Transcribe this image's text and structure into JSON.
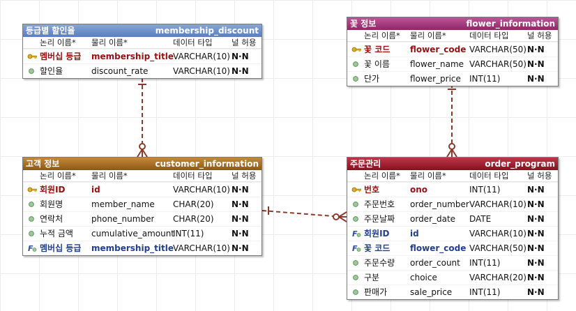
{
  "column_headers": {
    "logical": "논리 이름*",
    "physical": "물리 이름*",
    "type": "데이터 타입",
    "null": "널 허용"
  },
  "entities": {
    "membership_discount": {
      "title_kr": "등급별 할인율",
      "title_en": "membership_discount",
      "header_color": "#6d8fc7",
      "rows": [
        {
          "key": "pk",
          "logical": "멤버십 등급",
          "physical": "membership_title",
          "type": "VARCHAR(10)",
          "nn": "N·N"
        },
        {
          "key": "",
          "logical": "할인율",
          "physical": "discount_rate",
          "type": "VARCHAR(10)",
          "nn": "N·N"
        }
      ]
    },
    "flower_information": {
      "title_kr": "꽃 정보",
      "title_en": "flower_information",
      "header_color": "#a63a7c",
      "rows": [
        {
          "key": "pk",
          "logical": "꽃 코드",
          "physical": "flower_code",
          "type": "VARCHAR(50)",
          "nn": "N·N"
        },
        {
          "key": "",
          "logical": "꽃 이름",
          "physical": "flower_name",
          "type": "VARCHAR(50)",
          "nn": "N·N"
        },
        {
          "key": "",
          "logical": "단가",
          "physical": "flower_price",
          "type": "INT(11)",
          "nn": "N·N"
        }
      ]
    },
    "customer_information": {
      "title_kr": "고객 정보",
      "title_en": "customer_information",
      "header_color": "#a9701f",
      "rows": [
        {
          "key": "pk",
          "logical": "회원ID",
          "physical": "id",
          "type": "VARCHAR(10)",
          "nn": "N·N"
        },
        {
          "key": "",
          "logical": "회원명",
          "physical": "member_name",
          "type": "CHAR(20)",
          "nn": "N·N"
        },
        {
          "key": "",
          "logical": "연락처",
          "physical": "phone_number",
          "type": "CHAR(20)",
          "nn": "N·N"
        },
        {
          "key": "",
          "logical": "누적 금액",
          "physical": "cumulative_amount",
          "type": "INT(11)",
          "nn": "N·N"
        },
        {
          "key": "fk",
          "logical": "멤버십 등급",
          "physical": "membership_title",
          "type": "VARCHAR(10)",
          "nn": "N·N"
        }
      ]
    },
    "order_program": {
      "title_kr": "주문관리",
      "title_en": "order_program",
      "header_color": "#a21c2e",
      "rows": [
        {
          "key": "pk",
          "logical": "번호",
          "physical": "ono",
          "type": "INT(11)",
          "nn": "N·N"
        },
        {
          "key": "",
          "logical": "주문번호",
          "physical": "order_number",
          "type": "VARCHAR(10)",
          "nn": "N·N"
        },
        {
          "key": "",
          "logical": "주문날짜",
          "physical": "order_date",
          "type": "DATE",
          "nn": "N·N"
        },
        {
          "key": "fk",
          "logical": "회원ID",
          "physical": "id",
          "type": "VARCHAR(10)",
          "nn": "N·N"
        },
        {
          "key": "fk",
          "logical": "꽃 코드",
          "physical": "flower_code",
          "type": "VARCHAR(50)",
          "nn": "N·N"
        },
        {
          "key": "",
          "logical": "주문수량",
          "physical": "order_count",
          "type": "INT(11)",
          "nn": "N·N"
        },
        {
          "key": "",
          "logical": "구분",
          "physical": "choice",
          "type": "VARCHAR(20)",
          "nn": "N·N"
        },
        {
          "key": "",
          "logical": "판매가",
          "physical": "sale_price",
          "type": "INT(11)",
          "nn": "N·N"
        }
      ]
    }
  },
  "colors": {
    "relationship_line": "#8a3a2a",
    "pk_text": "#9b0e0e",
    "fk_text": "#1f3f8f",
    "key_icon": "#e0b020"
  }
}
